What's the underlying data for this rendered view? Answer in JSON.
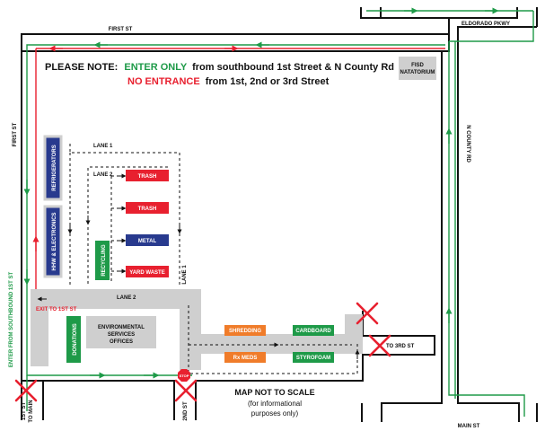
{
  "streets": {
    "first_st_top": "FIRST ST",
    "first_st_left": "FIRST ST",
    "eldorado": "ELDORADO PKWY",
    "n_county": "N COUNTY RD",
    "main_st": "MAIN ST",
    "second_st": "2ND ST",
    "to_main_1": "1ST ST",
    "to_main_2": "TO MAIN",
    "to_3rd": "TO 3RD ST"
  },
  "note": {
    "prefix": "PLEASE NOTE:",
    "enter_only": "ENTER ONLY",
    "enter_rest": "from southbound 1st Street & N County Rd",
    "no_entrance": "NO ENTRANCE",
    "no_entrance_rest": "from 1st, 2nd or 3rd Street"
  },
  "natatorium": [
    "FISD",
    "NATATORIUM"
  ],
  "entry_side_label": "ENTER FROM SOUTHBOUND 1ST ST",
  "exit_label": "EXIT TO 1ST ST",
  "lanes": {
    "lane1_top": "LANE 1",
    "lane2_top": "LANE 2",
    "lane2_bottom": "LANE 2",
    "lane1_side": "LANE 1"
  },
  "stations": {
    "refrigerators": "REFRIGERATORS",
    "hhw": "HHW & ELECTRONICS",
    "recycling": "RECYCLING",
    "trash1": "TRASH",
    "trash2": "TRASH",
    "metal": "METAL",
    "yard_waste": "YARD WASTE",
    "donations": "DONATIONS",
    "shredding": "SHREDDING",
    "cardboard": "CARDBOARD",
    "rx_meds": "Rx MEDS",
    "styrofoam": "STYROFOAM"
  },
  "offices": [
    "ENVIRONMENTAL",
    "SERVICES",
    "OFFICES"
  ],
  "stop_sign": "STOP",
  "scale_note": {
    "title": "MAP NOT TO SCALE",
    "line1": "(for informational",
    "line2": "purposes only)"
  },
  "colors": {
    "green": "#1e9a48",
    "red": "#e8202f",
    "blue": "#283a8e",
    "orange": "#f07c2a",
    "gray": "#cfcfcf"
  }
}
